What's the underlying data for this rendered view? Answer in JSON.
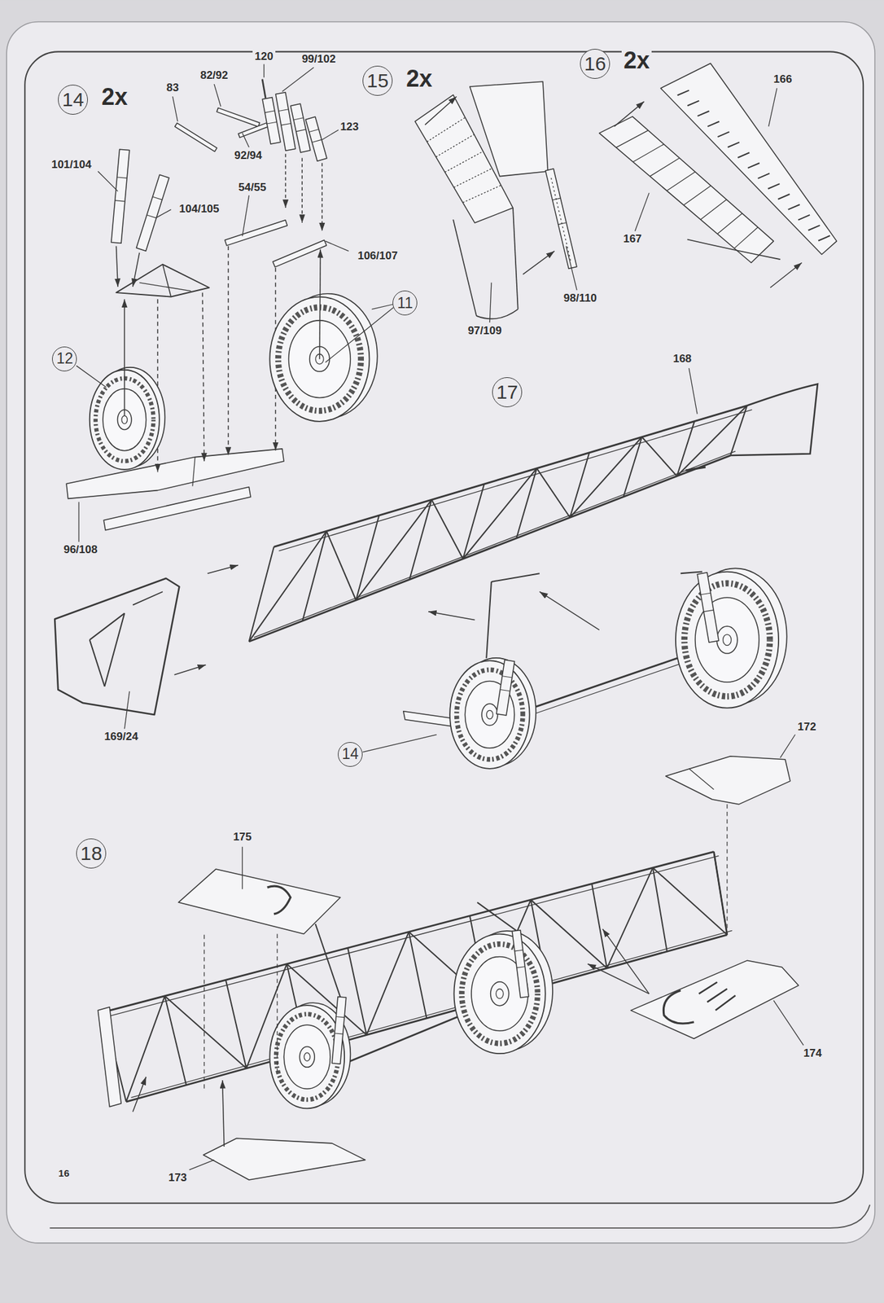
{
  "diagram": {
    "nodes": [
      {
        "text": [
          "14"
        ]
      },
      {
        "text": [
          "15"
        ]
      },
      {
        "text": [
          "16"
        ]
      },
      {
        "text": [
          "11"
        ]
      },
      {
        "text": [
          "12"
        ]
      },
      {
        "text": [
          "17"
        ]
      },
      {
        "text": [
          "14"
        ]
      },
      {
        "text": [
          "18"
        ]
      }
    ],
    "labels": [
      "2x",
      "2x",
      "2x",
      "83",
      "82/92",
      "120",
      "99/102",
      "123",
      "92/94",
      "101/104",
      "104/105",
      "54/55",
      "106/107",
      "96/108",
      "166",
      "167",
      "97/109",
      "98/110",
      "168",
      "169/24",
      "172",
      "175",
      "174",
      "173",
      "16"
    ]
  }
}
